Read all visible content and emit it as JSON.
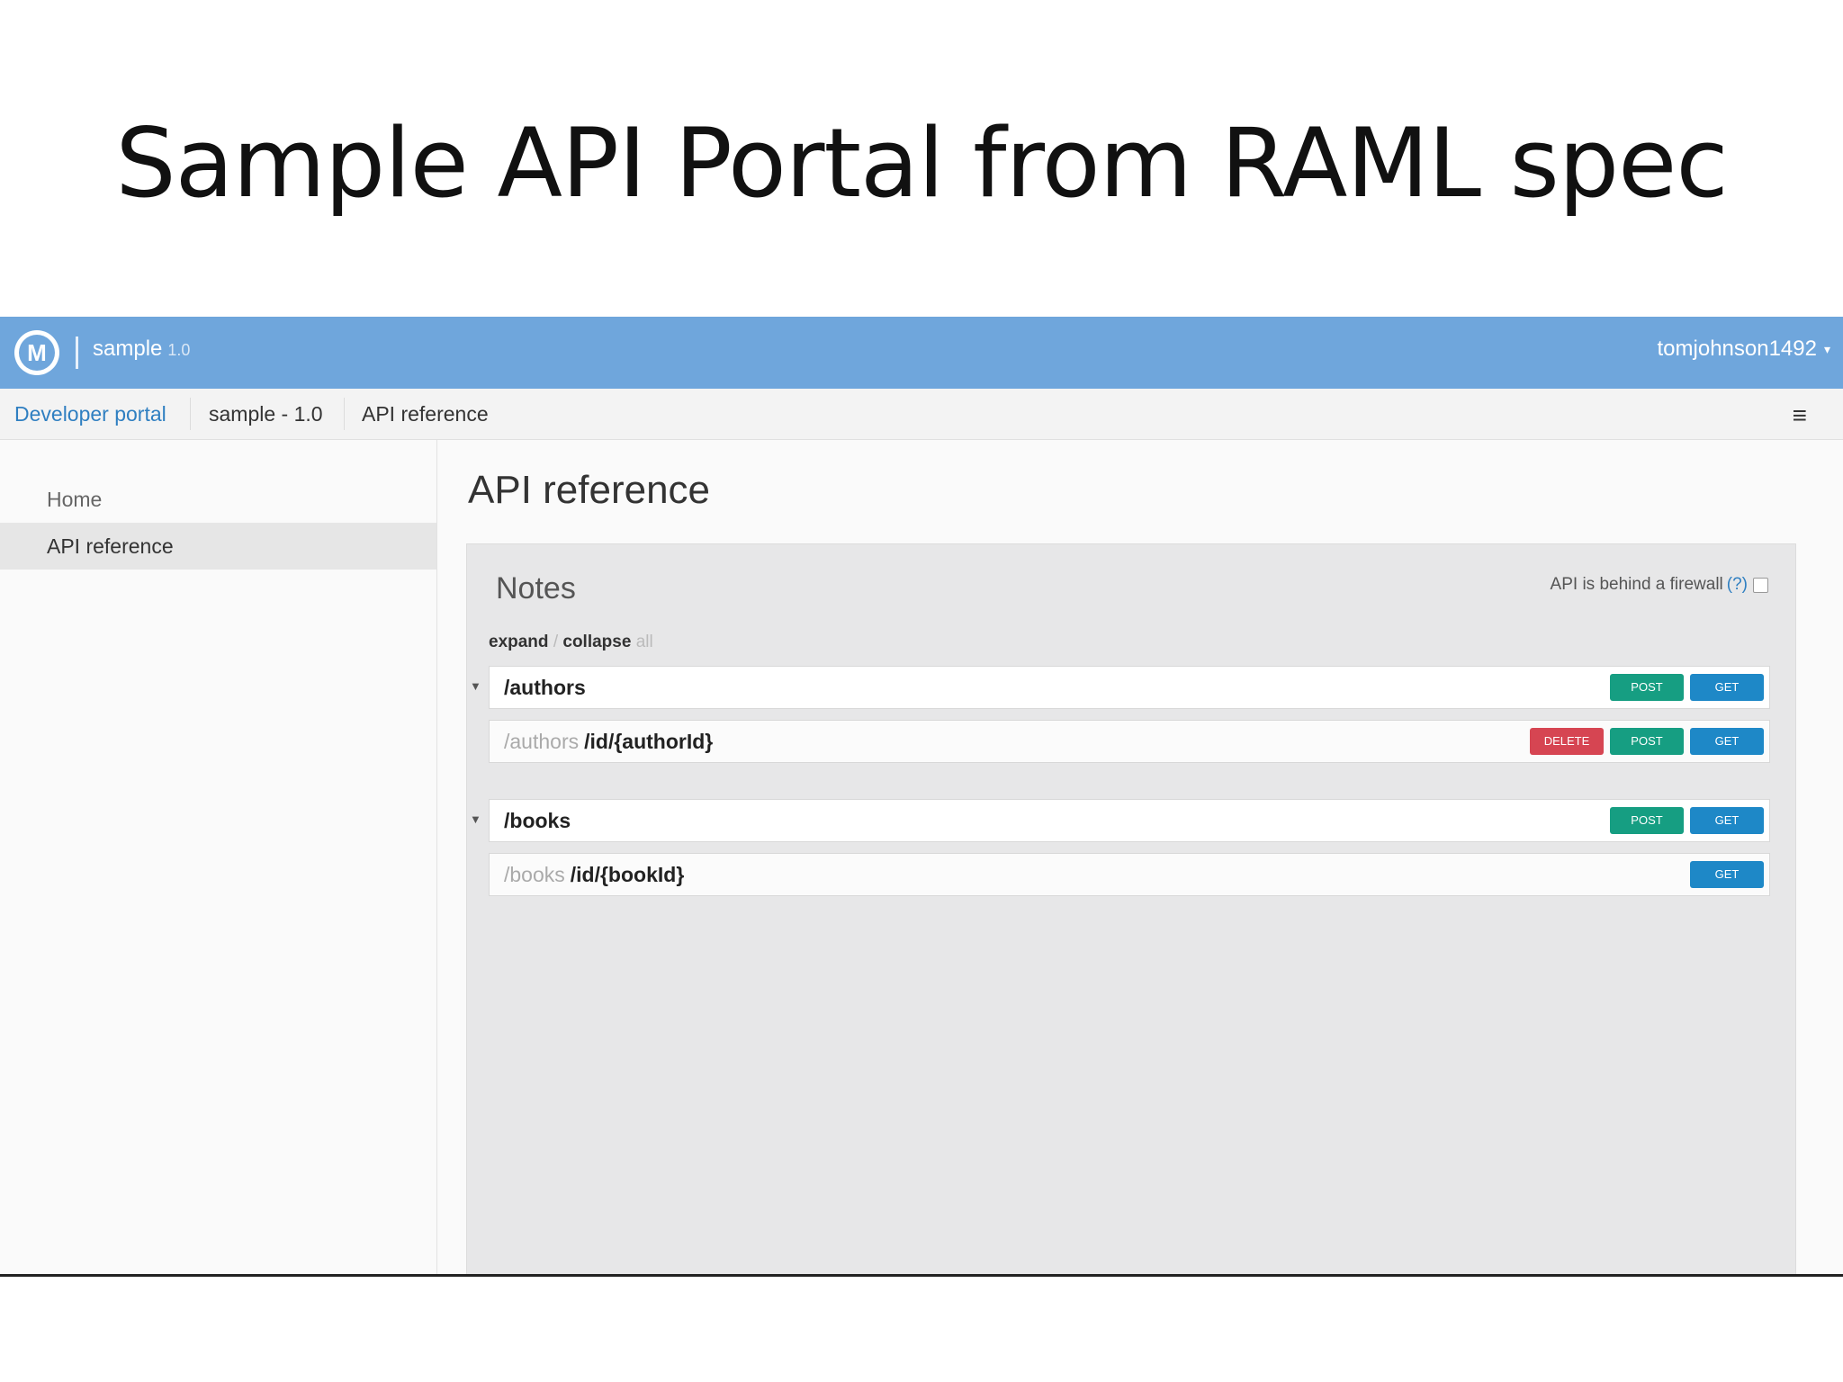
{
  "slide": {
    "title": "Sample API Portal from RAML spec"
  },
  "topbar": {
    "logo_letter": "M",
    "app_name": "sample",
    "app_version": "1.0",
    "user": "tomjohnson1492",
    "user_caret": "▾"
  },
  "breadcrumb": {
    "items": [
      "Developer portal",
      "sample - 1.0",
      "API reference"
    ],
    "menu_icon": "≡"
  },
  "sidebar": {
    "items": [
      {
        "label": "Home",
        "active": false
      },
      {
        "label": "API reference",
        "active": true
      }
    ]
  },
  "main": {
    "title": "API reference",
    "notes": {
      "title": "Notes",
      "firewall_label": "API is behind a firewall",
      "firewall_help": "(?)",
      "firewall_checked": false,
      "expand": "expand",
      "slash": "/",
      "collapse": "collapse",
      "all": "all"
    },
    "resources": [
      {
        "path": "/authors",
        "caret": "▼",
        "methods": [
          "POST",
          "GET"
        ],
        "children": [
          {
            "parent": "/authors",
            "path": "/id/{authorId}",
            "methods": [
              "DELETE",
              "POST",
              "GET"
            ]
          }
        ]
      },
      {
        "path": "/books",
        "caret": "▼",
        "methods": [
          "POST",
          "GET"
        ],
        "children": [
          {
            "parent": "/books",
            "path": "/id/{bookId}",
            "methods": [
              "GET"
            ]
          }
        ]
      }
    ]
  },
  "colors": {
    "topbar": "#6fa6dc",
    "post": "#169e82",
    "get": "#1e88c7",
    "delete": "#d64552",
    "link": "#2f7fc1"
  }
}
